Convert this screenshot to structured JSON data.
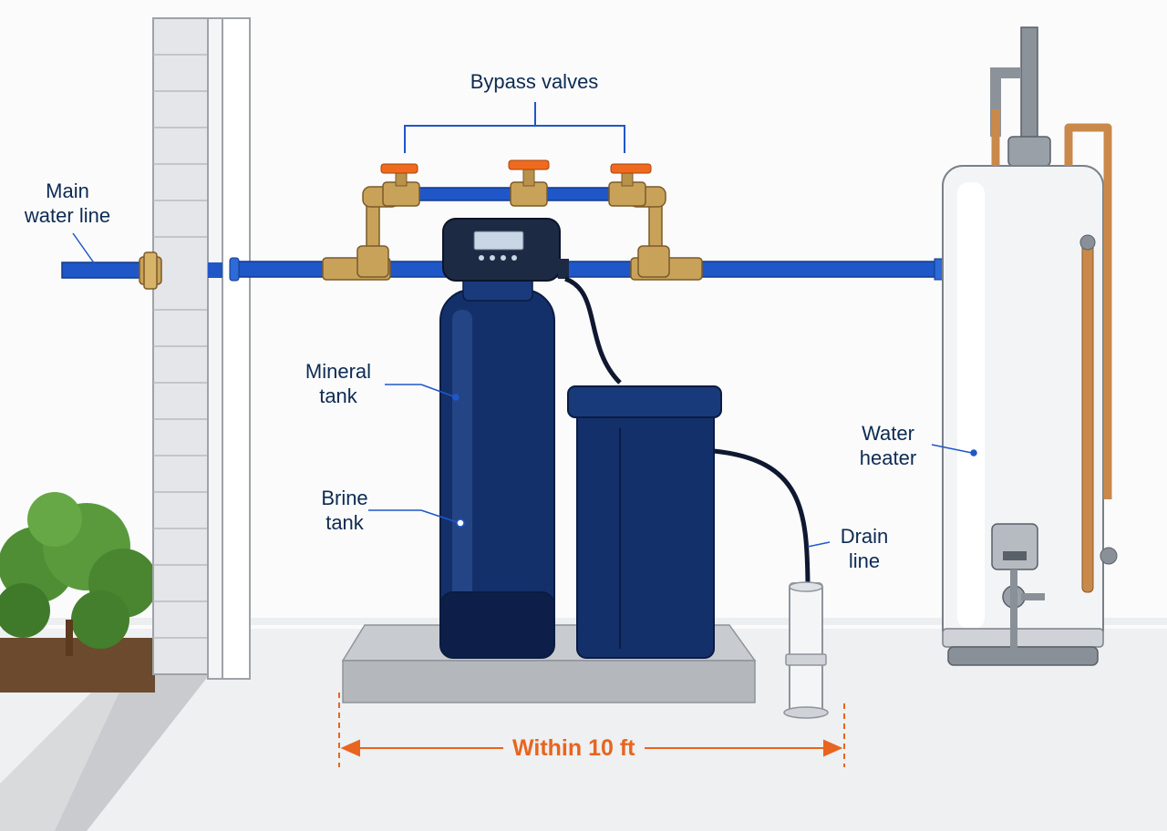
{
  "labels": {
    "main_water_line": [
      "Main",
      "water line"
    ],
    "bypass_valves": "Bypass valves",
    "mineral_tank": [
      "Mineral",
      "tank"
    ],
    "brine_tank": [
      "Brine",
      "tank"
    ],
    "drain_line": [
      "Drain",
      "line"
    ],
    "water_heater": [
      "Water",
      "heater"
    ],
    "distance": "Within 10 ft"
  },
  "icons": [
    "valve-handle-icon",
    "control-head-icon",
    "shrub-icon"
  ],
  "colors": {
    "pipe": "#1f57c8",
    "tank": "#14306a",
    "valve_handle": "#f06a1e",
    "brass": "#c9a25a",
    "label_text": "#0d2b52",
    "dimension": "#e8651f"
  }
}
